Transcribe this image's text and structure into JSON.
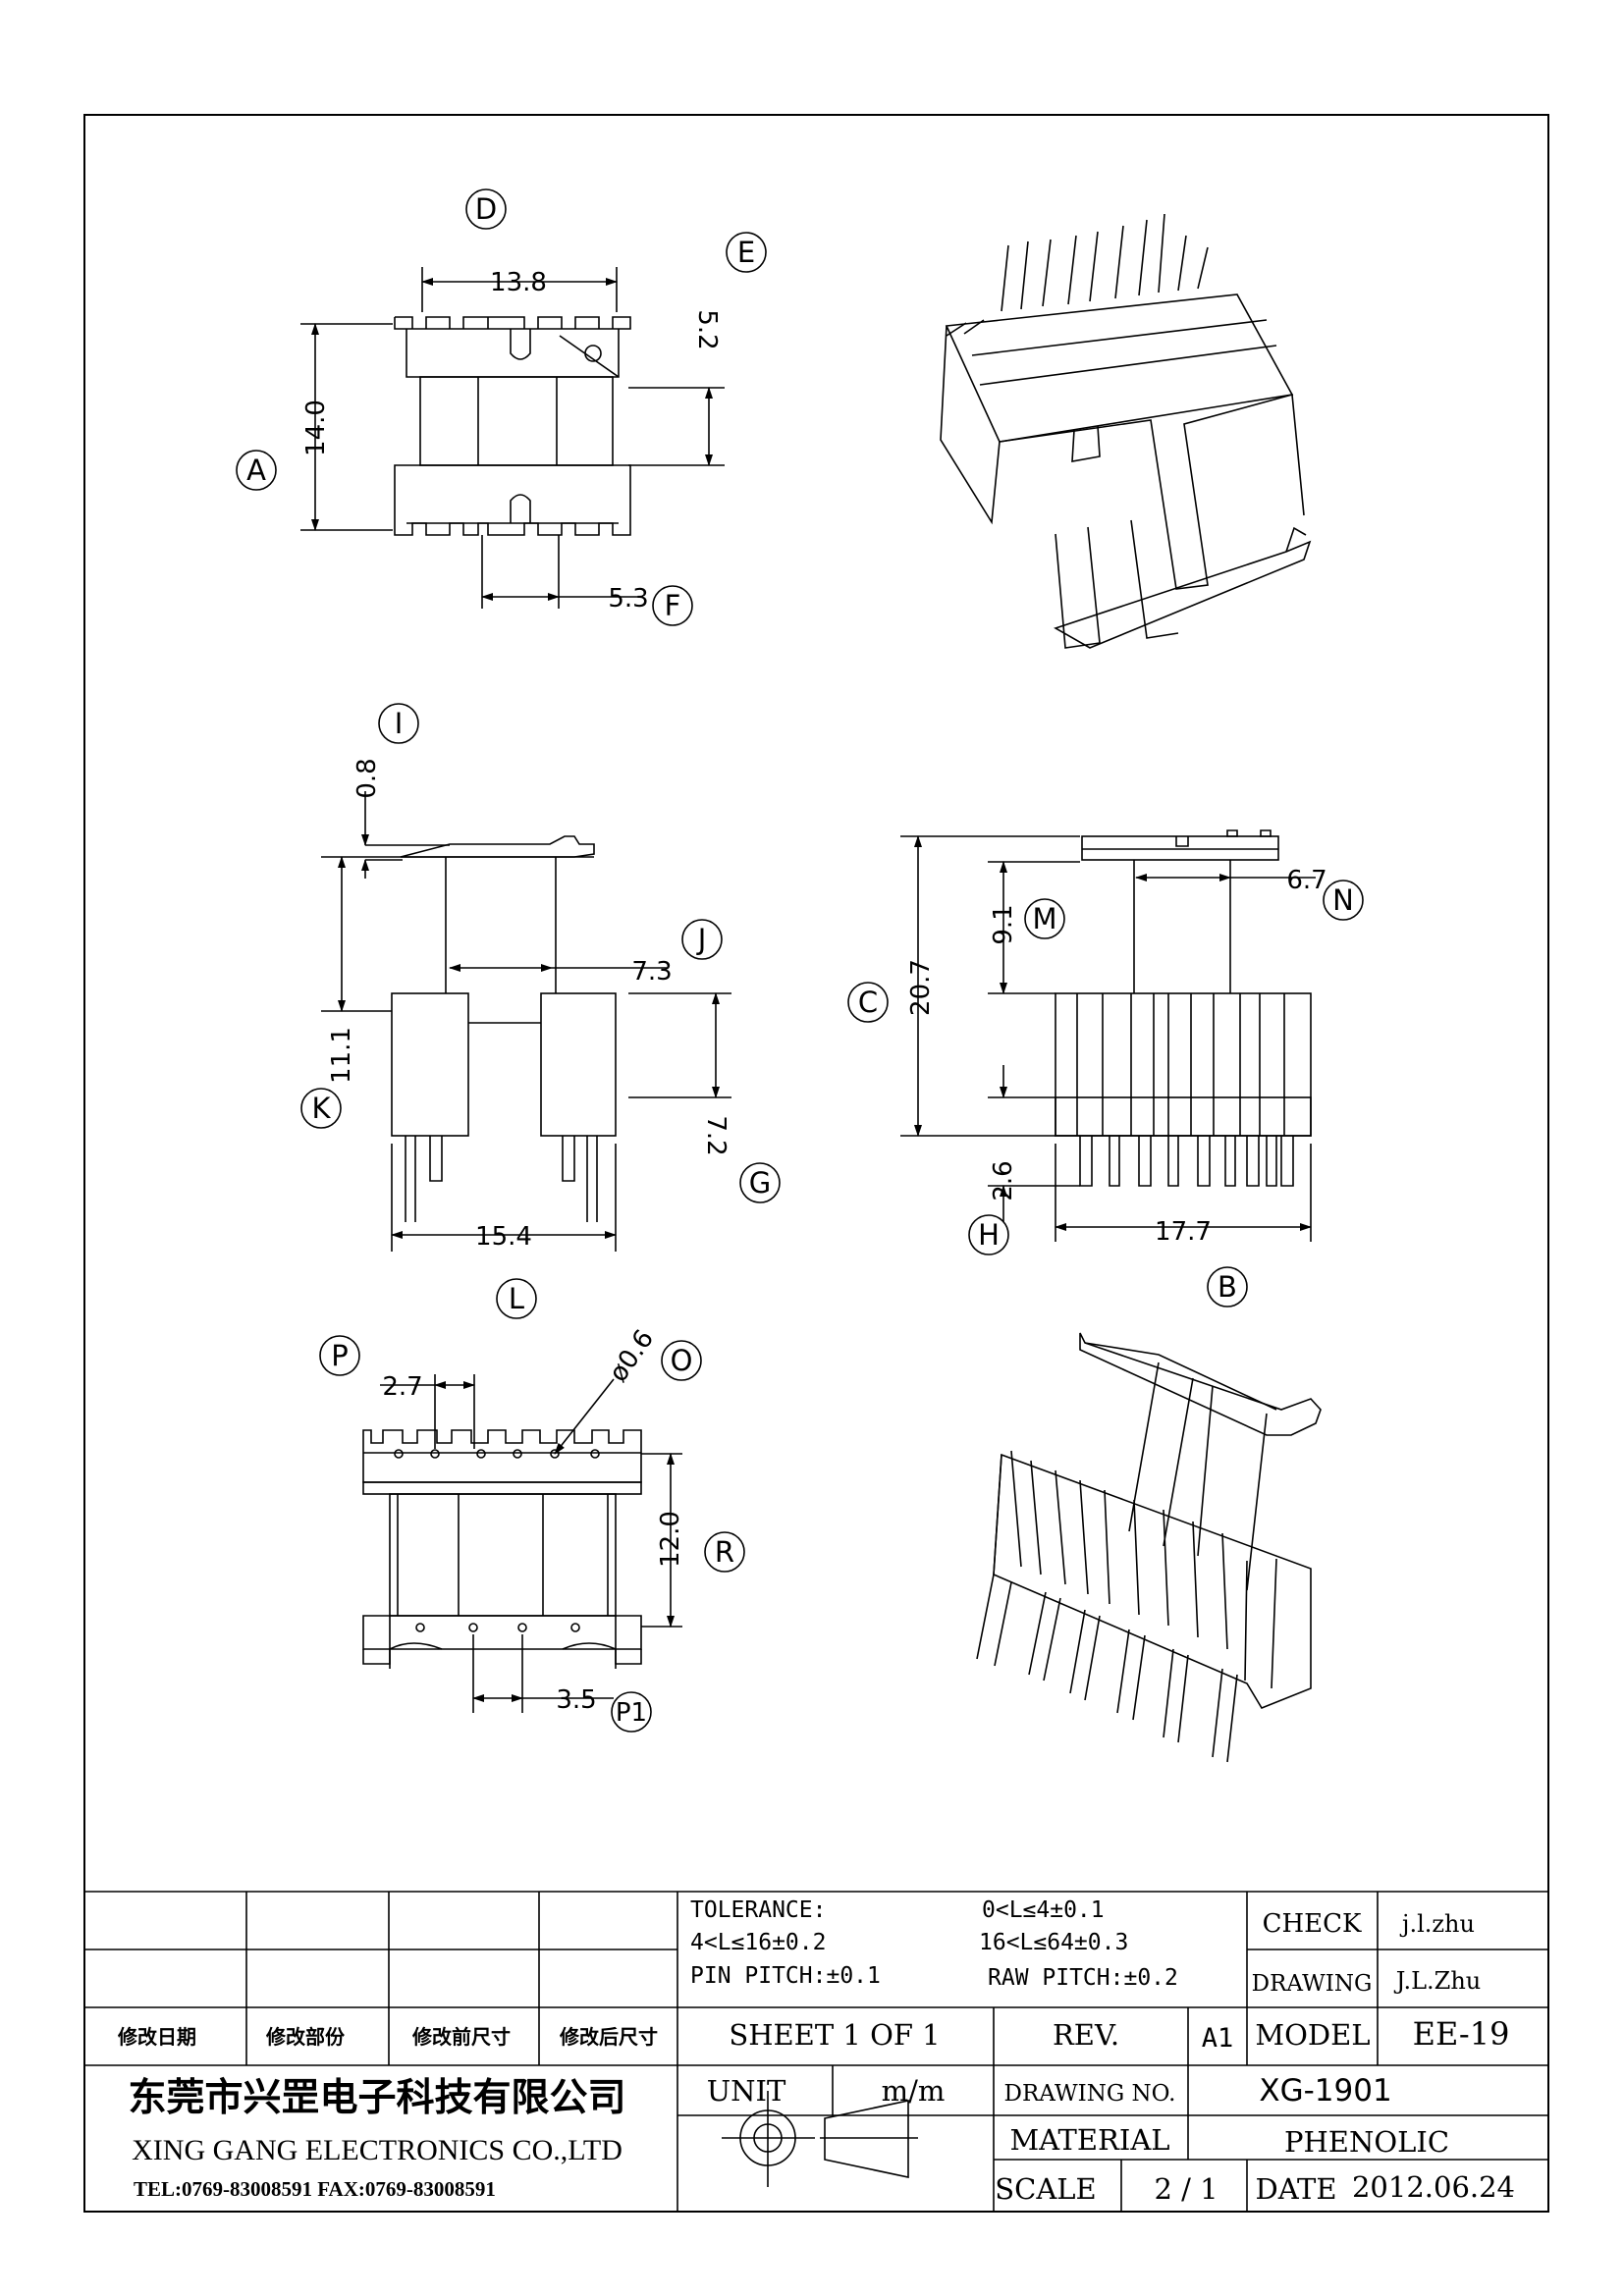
{
  "views": {
    "top": {
      "circles": [
        "D",
        "E",
        "A",
        "F"
      ],
      "dims": {
        "width": "13.8",
        "height": "14.0",
        "side": "5.2",
        "gap": "5.3"
      }
    },
    "front": {
      "circles": [
        "I",
        "J",
        "K",
        "G",
        "L"
      ],
      "dims": {
        "flange": "0.8",
        "inner": "7.3",
        "total": "11.1",
        "pin": "7.2",
        "width": "15.4"
      }
    },
    "side": {
      "circles": [
        "C",
        "M",
        "N",
        "H",
        "B"
      ],
      "dims": {
        "height": "20.7",
        "upper": "9.1",
        "inner": "6.7",
        "pin": "2.6",
        "width": "17.7"
      }
    },
    "bottom": {
      "circles": [
        "P",
        "O",
        "R",
        "P1"
      ],
      "dims": {
        "pitch": "2.7",
        "hole": "ø0.6",
        "height": "12.0",
        "gap": "3.5"
      }
    }
  },
  "title_block": {
    "tolerance_label": "TOLERANCE:",
    "tol_1": "0<L≤4±0.1",
    "tol_2": "4<L≤16±0.2",
    "tol_3": "16<L≤64±0.3",
    "pin_pitch": "PIN PITCH:±0.1",
    "raw_pitch": "RAW PITCH:±0.2",
    "check_label": "CHECK",
    "check_value": "j.l.zhu",
    "drawing_label": "DRAWING",
    "drawing_value": "J.L.Zhu",
    "rev_cols": [
      "修改日期",
      "修改部份",
      "修改前尺寸",
      "修改后尺寸"
    ],
    "sheet": "SHEET  1  OF  1",
    "rev_label": "REV.",
    "rev_value": "A1",
    "model_label": "MODEL",
    "model_value": "EE-19",
    "company_cn": "东莞市兴罡电子科技有限公司",
    "company_en": "XING GANG  ELECTRONICS CO.,LTD",
    "contact": "TEL:0769-83008591 FAX:0769-83008591",
    "unit_label": "UNIT",
    "unit_value": "m/m",
    "drawing_no_label": "DRAWING  NO.",
    "drawing_no_value": "XG-1901",
    "material_label": "MATERIAL",
    "material_value": "PHENOLIC",
    "scale_label": "SCALE",
    "scale_value": "2  /  1",
    "date_label": "DATE",
    "date_value": "2012.06.24"
  }
}
